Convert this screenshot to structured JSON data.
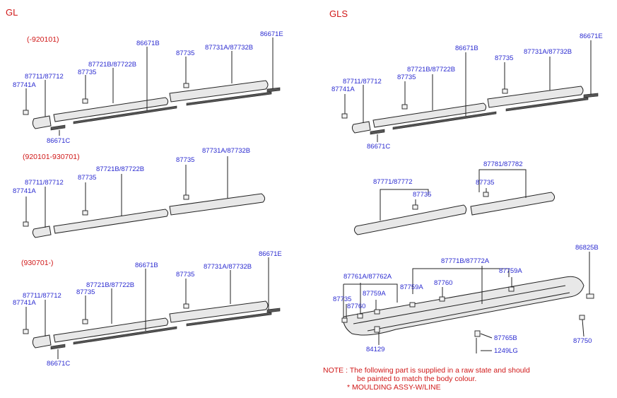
{
  "sections": {
    "gl_title": "GL",
    "gls_title": "GLS",
    "gl_variants": {
      "v1_date": "(-920101)",
      "v2_date": "(920101-930701)",
      "v3_date": "(930701-)"
    }
  },
  "gl_v1": {
    "p86671E": "86671E",
    "p86671B": "86671B",
    "p87731A": "87731A/87732B",
    "p87735b": "87735",
    "p87721B": "87721B/87722B",
    "p87735a": "87735",
    "p87711": "87711/87712",
    "p87741A": "87741A",
    "p86671C": "86671C"
  },
  "gl_v2": {
    "p87731A": "87731A/87732B",
    "p87735b": "87735",
    "p87721B": "87721B/87722B",
    "p87735a": "87735",
    "p87711": "87711/87712",
    "p87741A": "87741A"
  },
  "gl_v3": {
    "p86671E": "86671E",
    "p86671B": "86671B",
    "p87731A": "87731A/87732B",
    "p87735b": "87735",
    "p87721B": "87721B/87722B",
    "p87735a": "87735",
    "p87711": "87711/87712",
    "p87741A": "87741A",
    "p86671C": "86671C"
  },
  "gls_top": {
    "p86671E": "86671E",
    "p86671B": "86671B",
    "p87731A": "87731A/87732B",
    "p87735b": "87735",
    "p87721B": "87721B/87722B",
    "p87735a": "87735",
    "p87711": "87711/87712",
    "p87741A": "87741A",
    "p86671C": "86671C"
  },
  "gls_mid": {
    "p87781": "87781/87782",
    "p87735b": "87735",
    "p87771": "87771/87772",
    "p87735a": "87735"
  },
  "gls_bottom": {
    "p87771B": "87771B/87772A",
    "p86825B": "86825B",
    "p87761A": "87761A/87762A",
    "p87759Aa": "87759A",
    "p87759Ab": "87759A",
    "p87759Ac": "87759A",
    "p87760a": "87760",
    "p87760b": "87760",
    "p87735": "87735",
    "p84129": "84129",
    "p87765B": "87765B",
    "p1249LG": "1249LG",
    "p87750": "87750"
  },
  "note": {
    "line1": "NOTE : The following part is supplied in a raw state and should",
    "line2": "be painted to match the body colour.",
    "line3": "* MOULDING ASSY-W/LINE"
  }
}
